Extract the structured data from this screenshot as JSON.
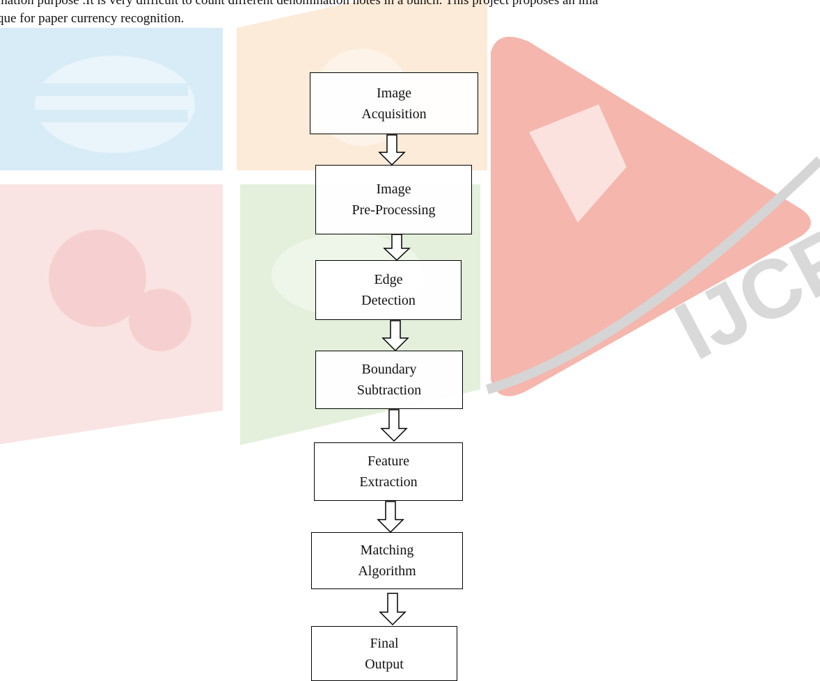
{
  "intro_text": {
    "line1": "ination purpose .It is very difficult to count different denomination notes in a bunch. This project proposes an ima",
    "line2": "que for paper currency recognition."
  },
  "watermark": {
    "text": "IJCRT",
    "colors": {
      "blue": "#cfe6f4",
      "orange": "#fbe1c8",
      "red_left": "#f7d6d6",
      "green": "#d9ead0",
      "red_triangle": "#f4a79d"
    }
  },
  "flowchart": {
    "steps": [
      {
        "line1": "Image",
        "line2": "Acquisition"
      },
      {
        "line1": "Image",
        "line2": "Pre-Processing"
      },
      {
        "line1": "Edge",
        "line2": "Detection"
      },
      {
        "line1": "Boundary",
        "line2": "Subtraction"
      },
      {
        "line1": "Feature",
        "line2": "Extraction"
      },
      {
        "line1": "Matching",
        "line2": "Algorithm"
      },
      {
        "line1": "Final",
        "line2": "Output"
      }
    ]
  }
}
